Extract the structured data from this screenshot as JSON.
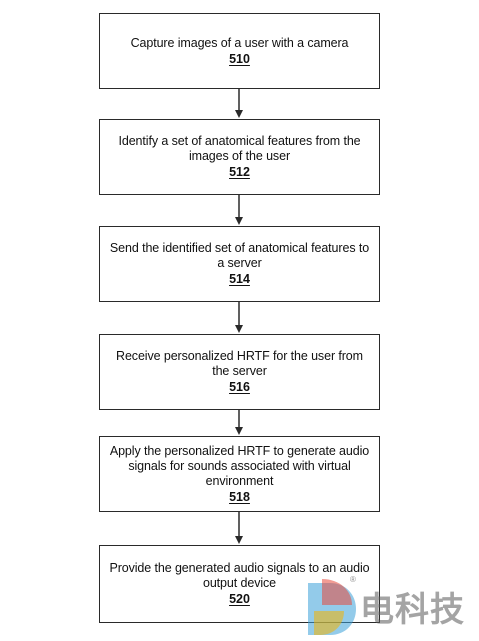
{
  "steps": [
    {
      "text": "Capture images of a user with a camera",
      "number": "510"
    },
    {
      "text": "Identify a set of anatomical features from the images of the user",
      "number": "512"
    },
    {
      "text": "Send the identified set of anatomical features to a server",
      "number": "514"
    },
    {
      "text": "Receive personalized HRTF for the user from the server",
      "number": "516"
    },
    {
      "text": "Apply the personalized HRTF to generate audio signals for sounds associated with virtual environment",
      "number": "518"
    },
    {
      "text": "Provide the generated audio signals to an audio output device",
      "number": "520"
    }
  ],
  "watermark": {
    "text": "电科技",
    "registered": "®"
  }
}
